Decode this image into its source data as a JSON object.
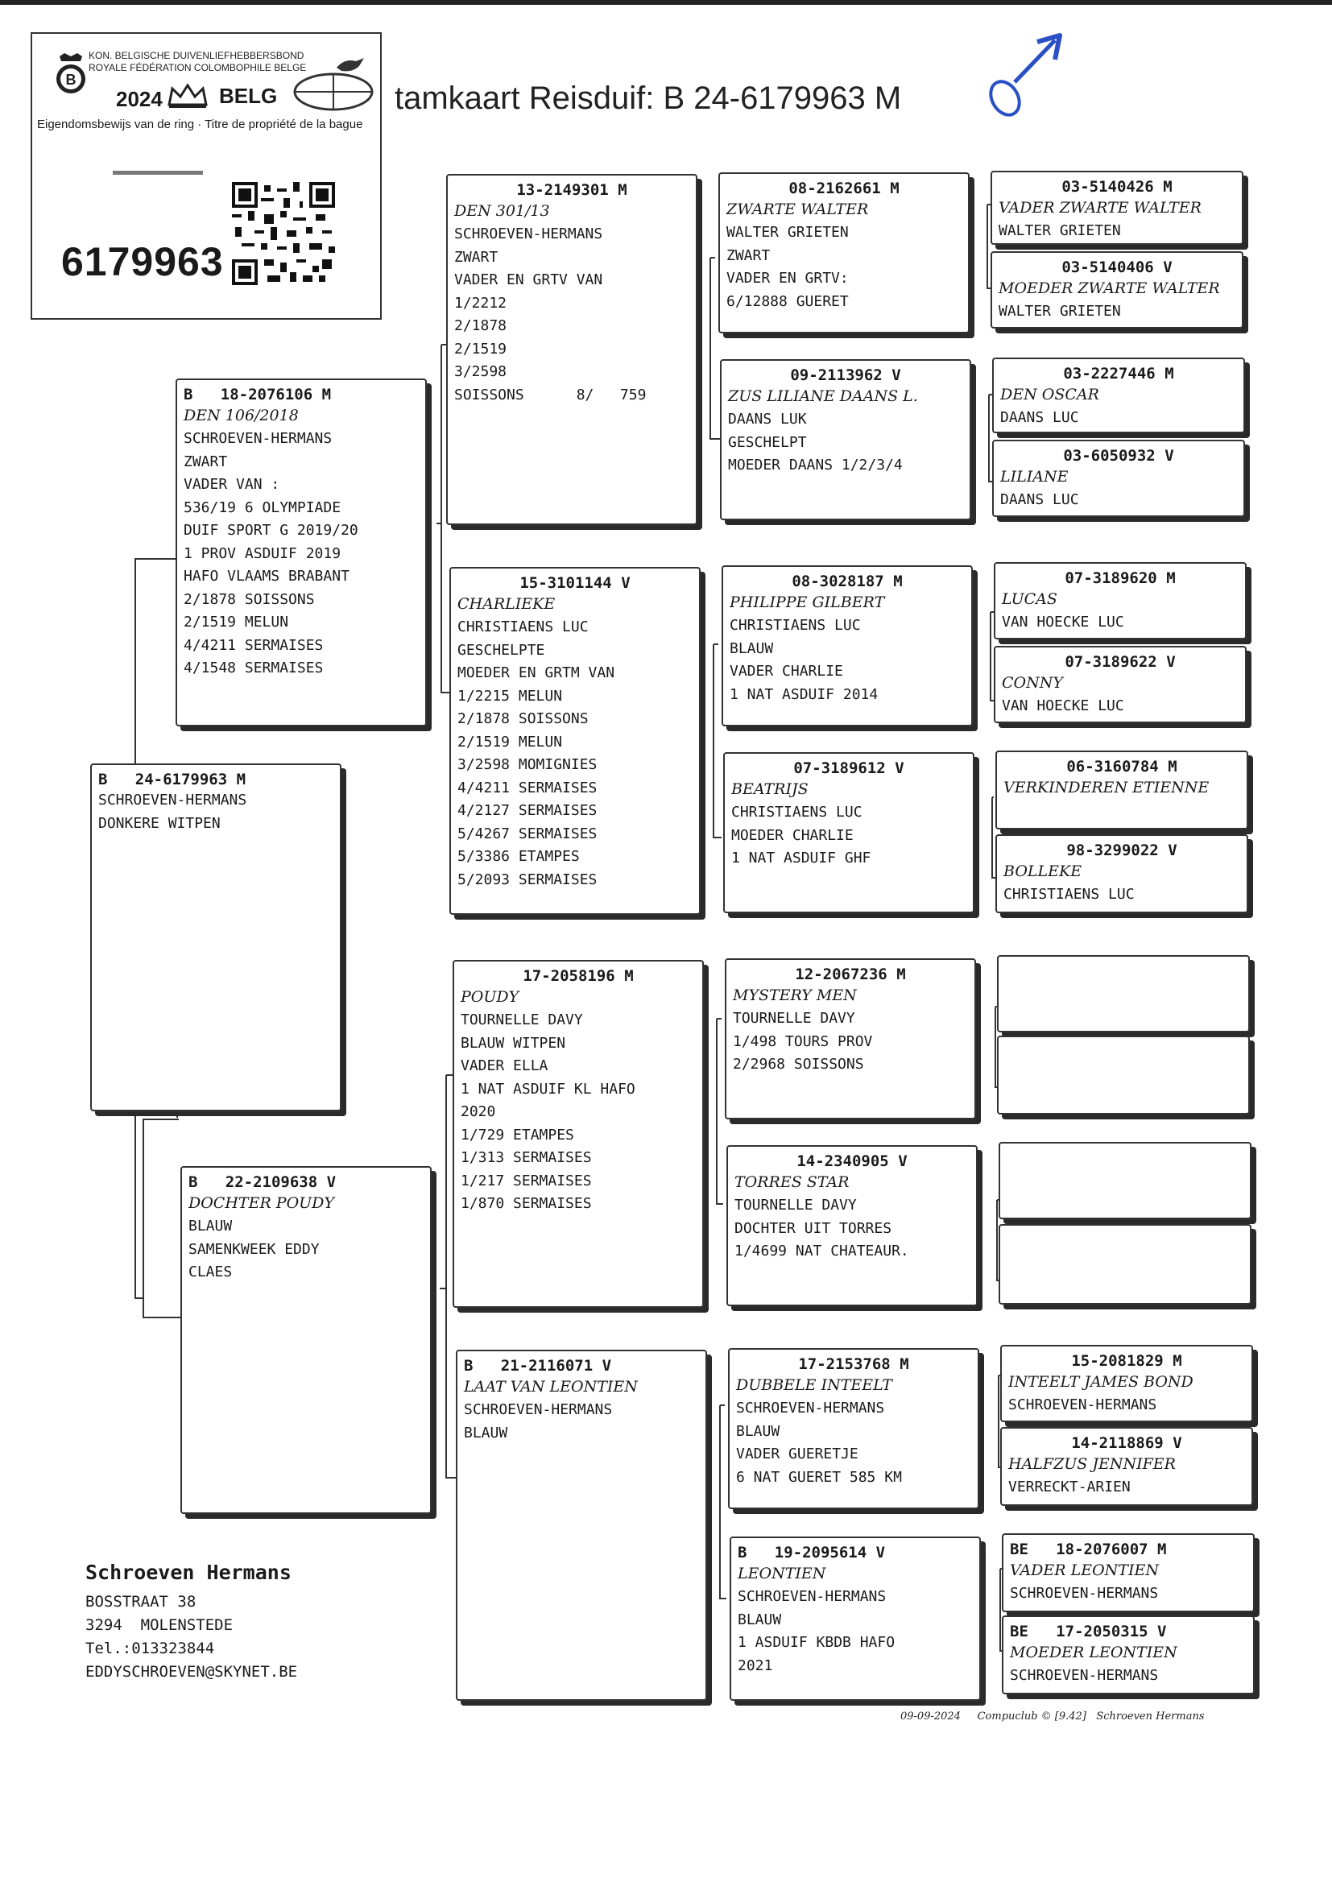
{
  "header": {
    "title": "tamkaart Reisduif: B   24-6179963 M",
    "symbol": "male-symbol"
  },
  "ring_card": {
    "org_line1": "KON. BELGISCHE DUIVENLIEFHEBBERSBOND",
    "org_line2": "ROYALE FÉDÉRATION COLOMBOPHILE BELGE",
    "year": "2024",
    "country": "BELG",
    "proof": "Eigendomsbewijs van de ring · Titre de propriété de la bague",
    "ring_number": "6179963"
  },
  "subject": {
    "header": "B   24-6179963 M",
    "lines": [
      "",
      "SCHROEVEN-HERMANS",
      "DONKERE WITPEN"
    ]
  },
  "sire": {
    "header": "B   18-2076106 M",
    "name": "DEN 106/2018",
    "lines": [
      "SCHROEVEN-HERMANS",
      "ZWART",
      "VADER VAN :",
      "536/19 6 OLYMPIADE",
      "DUIF SPORT G 2019/20",
      "1 PROV ASDUIF 2019",
      "HAFO VLAAMS BRABANT",
      "",
      "2/1878 SOISSONS",
      "2/1519 MELUN",
      "4/4211 SERMAISES",
      "4/1548 SERMAISES"
    ]
  },
  "dam": {
    "header": "B   22-2109638 V",
    "name": "DOCHTER POUDY",
    "lines": [
      "",
      "BLAUW",
      "SAMENKWEEK EDDY",
      "CLAES"
    ]
  },
  "ss": {
    "header": "13-2149301 M",
    "name": "DEN 301/13",
    "lines": [
      "SCHROEVEN-HERMANS",
      "ZWART",
      "VADER EN GRTV VAN",
      "1/2212",
      "2/1878",
      "2/1519",
      "3/2598",
      "SOISSONS      8/   759"
    ]
  },
  "sd": {
    "header": "15-3101144 V",
    "name": "CHARLIEKE",
    "lines": [
      "CHRISTIAENS LUC",
      "GESCHELPTE",
      "MOEDER EN GRTM VAN",
      "1/2215 MELUN",
      "2/1878 SOISSONS",
      "2/1519 MELUN",
      "3/2598 MOMIGNIES",
      "4/4211 SERMAISES",
      "4/2127 SERMAISES",
      "5/4267 SERMAISES",
      "5/3386 ETAMPES",
      "5/2093 SERMAISES"
    ]
  },
  "ds": {
    "header": "17-2058196 M",
    "name": "POUDY",
    "lines": [
      "TOURNELLE DAVY",
      "BLAUW WITPEN",
      "VADER ELLA",
      "1 NAT ASDUIF KL HAFO",
      "2020",
      "",
      "1/729 ETAMPES",
      "1/313 SERMAISES",
      "1/217 SERMAISES",
      "1/870 SERMAISES"
    ]
  },
  "dd": {
    "header": "B   21-2116071 V",
    "name": "LAAT VAN LEONTIEN",
    "lines": [
      "SCHROEVEN-HERMANS",
      "BLAUW"
    ]
  },
  "sss": {
    "header": "08-2162661 M",
    "name": "ZWARTE WALTER",
    "lines": [
      "WALTER GRIETEN",
      "ZWART",
      "VADER EN GRTV:",
      "6/12888 GUERET"
    ]
  },
  "ssd": {
    "header": "09-2113962 V",
    "name": "ZUS LILIANE DAANS L.",
    "lines": [
      "DAANS LUK",
      "GESCHELPT",
      "MOEDER DAANS 1/2/3/4"
    ]
  },
  "sds": {
    "header": "08-3028187 M",
    "name": "PHILIPPE GILBERT",
    "lines": [
      "CHRISTIAENS LUC",
      "BLAUW",
      "VADER CHARLIE",
      "1 NAT ASDUIF 2014"
    ]
  },
  "sdd": {
    "header": "07-3189612 V",
    "name": "BEATRIJS",
    "lines": [
      "CHRISTIAENS LUC",
      "",
      "MOEDER CHARLIE",
      "1 NAT ASDUIF GHF"
    ]
  },
  "dss": {
    "header": "12-2067236 M",
    "name": "MYSTERY MEN",
    "lines": [
      "TOURNELLE DAVY",
      "",
      "1/498 TOURS PROV",
      "2/2968 SOISSONS"
    ]
  },
  "dsd": {
    "header": "14-2340905 V",
    "name": "TORRES STAR",
    "lines": [
      "TOURNELLE DAVY",
      "",
      "DOCHTER UIT TORRES",
      "1/4699 NAT CHATEAUR."
    ]
  },
  "dds": {
    "header": "17-2153768 M",
    "name": "DUBBELE INTEELT",
    "lines": [
      "SCHROEVEN-HERMANS",
      "BLAUW",
      "VADER GUERETJE",
      "6 NAT GUERET 585 KM"
    ]
  },
  "ddd": {
    "header": "B   19-2095614 V",
    "name": "LEONTIEN",
    "lines": [
      "SCHROEVEN-HERMANS",
      "BLAUW",
      "1 ASDUIF KBDB HAFO",
      "2021"
    ]
  },
  "gen4": [
    {
      "header": "03-5140426 M",
      "name": "VADER ZWARTE WALTER",
      "lines": [
        "WALTER GRIETEN"
      ]
    },
    {
      "header": "03-5140406 V",
      "name": "MOEDER ZWARTE WALTER",
      "lines": [
        "WALTER GRIETEN"
      ]
    },
    {
      "header": "03-2227446 M",
      "name": "DEN OSCAR",
      "lines": [
        "DAANS LUC"
      ]
    },
    {
      "header": "03-6050932 V",
      "name": "LILIANE",
      "lines": [
        "DAANS LUC"
      ]
    },
    {
      "header": "07-3189620 M",
      "name": "LUCAS",
      "lines": [
        "VAN HOECKE LUC"
      ]
    },
    {
      "header": "07-3189622 V",
      "name": "CONNY",
      "lines": [
        "VAN HOECKE LUC"
      ]
    },
    {
      "header": "06-3160784 M",
      "name": "VERKINDEREN ETIENNE",
      "lines": []
    },
    {
      "header": "98-3299022 V",
      "name": "BOLLEKE",
      "lines": [
        "CHRISTIAENS LUC"
      ]
    },
    {
      "header": "",
      "name": "",
      "lines": []
    },
    {
      "header": "",
      "name": "",
      "lines": []
    },
    {
      "header": "",
      "name": "",
      "lines": []
    },
    {
      "header": "",
      "name": "",
      "lines": []
    },
    {
      "header": "15-2081829 M",
      "name": "INTEELT JAMES BOND",
      "lines": [
        "SCHROEVEN-HERMANS"
      ]
    },
    {
      "header": "14-2118869 V",
      "name": "HALFZUS JENNIFER",
      "lines": [
        "VERRECKT-ARIEN"
      ]
    },
    {
      "header": "BE   18-2076007 M",
      "name": "VADER LEONTIEN",
      "lines": [
        "SCHROEVEN-HERMANS"
      ]
    },
    {
      "header": "BE   17-2050315 V",
      "name": "MOEDER LEONTIEN",
      "lines": [
        "SCHROEVEN-HERMANS"
      ]
    }
  ],
  "owner": {
    "name": "Schroeven Hermans",
    "lines": [
      "BOSSTRAAT 38",
      "3294  MOLENSTEDE",
      "Tel.:013323844",
      "EDDYSCHROEVEN@SKYNET.BE"
    ]
  },
  "footer": "09-09-2024     Compuclub © [9.42]   Schroeven Hermans"
}
